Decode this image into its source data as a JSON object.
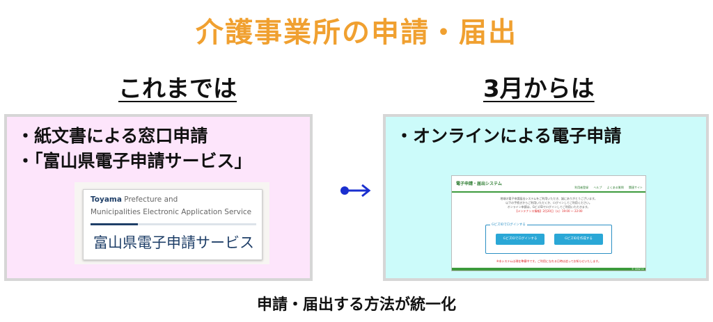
{
  "title": "介護事業所の申請・届出",
  "left": {
    "heading": "これまでは",
    "bullets": [
      "・紙文書による窓口申請",
      "・「富山県電子申請サービス」"
    ],
    "logo": {
      "en_bold": "Toyama",
      "en_line1_rest": " Prefecture and",
      "en_line2": "Municipalities Electronic Application Service",
      "jp": "富山県電子申請サービス"
    }
  },
  "right": {
    "heading": "3月からは",
    "bullets": [
      "・オンラインによる電子申請"
    ],
    "screenshot": {
      "title": "電子申請・届出システム",
      "nav": [
        "利用者登録",
        "ヘルプ",
        "よくある質問",
        "関連サイト"
      ],
      "lines": [
        "地域の電子申請届出システムをご利用いただき、誠にありがとうございます。",
        "以下の手続きからご利用いただくか、ログインしてご利用ください。",
        "オンライン申請は、GビズIDでログインしてご利用いただきます。",
        "【メンテナンス情報】2月20日（火）19:00 ～ 22:00"
      ],
      "login_label": "GビズIDでログインする",
      "login_button": "GビズIDでログインする",
      "create_button": "GビズIDを作成する",
      "footer_notice": "※本システムは現在準備中です。ご利用になれる日時は追ってお知らせいたします。",
      "footer_tag": "© GBIZ ID"
    }
  },
  "arrow_color": "#1a2fcf",
  "footer": "申請・届出する方法が統一化",
  "colors": {
    "title": "#f0a030",
    "left_panel": "#fde5fb",
    "right_panel": "#ccfbfa",
    "panel_border": "#d6d6d6"
  }
}
